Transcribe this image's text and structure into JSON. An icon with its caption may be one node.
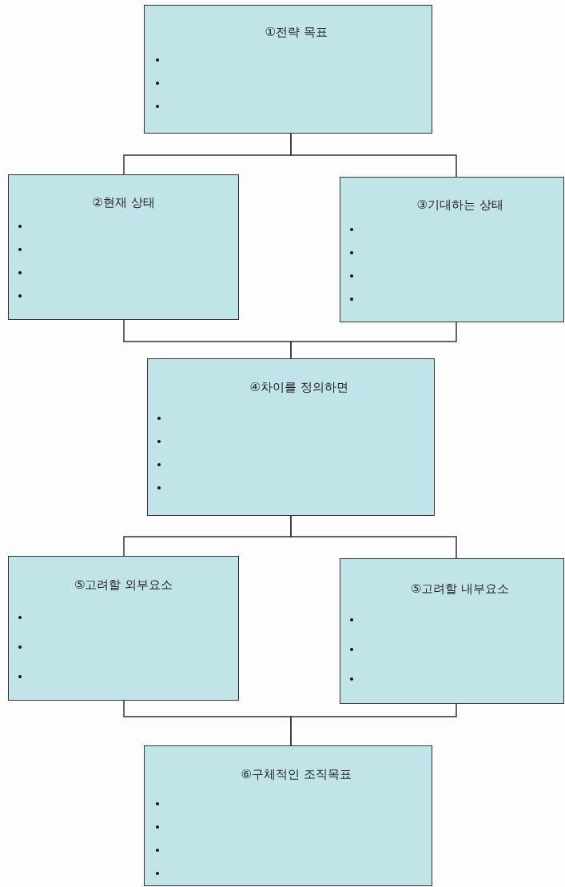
{
  "diagram": {
    "nodes": [
      {
        "text": [
          "①전략 목표"
        ]
      },
      {
        "text": [
          "②현재 상태"
        ]
      },
      {
        "text": [
          "③기대하는 상태"
        ]
      },
      {
        "text": [
          "④차이를 정의하면"
        ]
      },
      {
        "text": [
          "⑤고려할 외부요소"
        ]
      },
      {
        "text": [
          "⑤고려할 내부요소"
        ]
      },
      {
        "text": [
          "⑥구체적인 조직목표"
        ]
      }
    ],
    "edges": [
      {
        "from": 0,
        "to": 1,
        "arrow": "none"
      },
      {
        "from": 0,
        "to": 2,
        "arrow": "none"
      },
      {
        "from": 1,
        "to": 3,
        "arrow": "none"
      },
      {
        "from": 2,
        "to": 3,
        "arrow": "none"
      },
      {
        "from": 3,
        "to": 4,
        "arrow": "none"
      },
      {
        "from": 3,
        "to": 5,
        "arrow": "none"
      },
      {
        "from": 4,
        "to": 6,
        "arrow": "none"
      },
      {
        "from": 5,
        "to": 6,
        "arrow": "none"
      }
    ]
  }
}
